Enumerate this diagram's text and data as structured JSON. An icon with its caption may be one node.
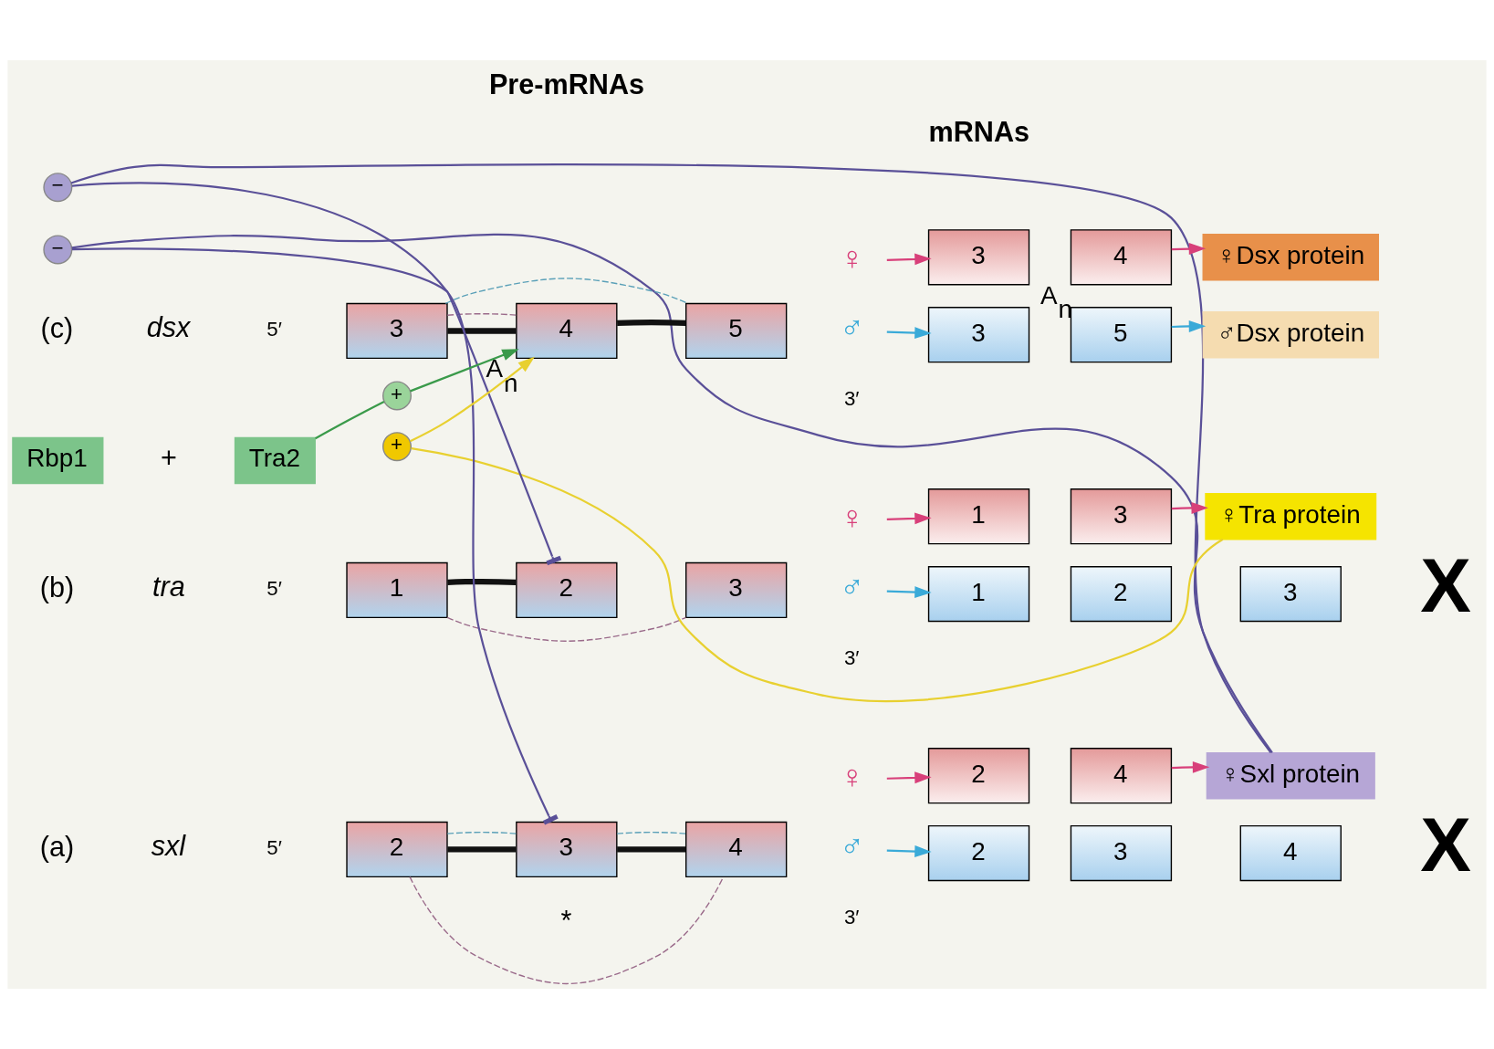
{
  "diagram": {
    "nodes": [
      {
        "text": [
          "2"
        ]
      },
      {
        "text": [
          "3"
        ]
      },
      {
        "text": [
          "4"
        ]
      },
      {
        "text": [
          "2"
        ]
      },
      {
        "text": [
          "4"
        ]
      },
      {
        "text": [
          "2"
        ]
      },
      {
        "text": [
          "3"
        ]
      },
      {
        "text": [
          "4"
        ]
      },
      {
        "text": [
          "♀Sxl protein"
        ]
      },
      {
        "text": [
          "1"
        ]
      },
      {
        "text": [
          "2"
        ]
      },
      {
        "text": [
          "3"
        ]
      },
      {
        "text": [
          "1"
        ]
      },
      {
        "text": [
          "3"
        ]
      },
      {
        "text": [
          "1"
        ]
      },
      {
        "text": [
          "2"
        ]
      },
      {
        "text": [
          "3"
        ]
      },
      {
        "text": [
          "♀Tra protein"
        ]
      },
      {
        "text": [
          "Rbp1"
        ]
      },
      {
        "text": [
          "Tra2"
        ]
      },
      {
        "text": [
          "3"
        ]
      },
      {
        "text": [
          "4"
        ],
        "beside": [
          "A$_{n}$"
        ]
      },
      {
        "text": [
          "5"
        ]
      },
      {
        "text": [
          "3"
        ]
      },
      {
        "text": [
          "4"
        ],
        "beside": [
          "A$_{n}$"
        ]
      },
      {
        "text": [
          "3"
        ]
      },
      {
        "text": [
          "5"
        ]
      },
      {
        "text": [
          "♀Dsx protein"
        ]
      },
      {
        "text": [
          "♂Dsx protein"
        ]
      },
      {
        "text": [
          "−"
        ]
      },
      {
        "text": [
          "−"
        ]
      },
      {
        "text": [
          "+"
        ]
      },
      {
        "text": [
          "+"
        ]
      },
      {
        "text": [
          "♀"
        ]
      },
      {
        "text": [
          "♂"
        ]
      },
      {
        "text": [
          "♀"
        ]
      },
      {
        "text": [
          "♂"
        ]
      },
      {
        "text": [
          "♀"
        ]
      },
      {
        "text": [
          "♂"
        ]
      }
    ],
    "edges": [
      {
        "from": 0,
        "to": 1,
        "arrow": "none",
        "style": "thick",
        "color": "#111111"
      },
      {
        "from": 1,
        "to": 2,
        "arrow": "none",
        "style": "thick",
        "color": "#111111"
      },
      {
        "from": 0,
        "to": 2,
        "arrow": "none",
        "style": "dashed",
        "color": "#9a6a8a"
      },
      {
        "from": 0,
        "to": 1,
        "arrow": "none",
        "style": "dashed",
        "color": "#5aa0b8"
      },
      {
        "from": 1,
        "to": 2,
        "arrow": "none",
        "style": "dashed",
        "color": "#5aa0b8"
      },
      {
        "from": 33,
        "to": 3,
        "arrow": "to",
        "color": "#d8407a"
      },
      {
        "from": 34,
        "to": 5,
        "arrow": "to",
        "color": "#3aaad8"
      },
      {
        "from": 4,
        "to": 8,
        "arrow": "to",
        "color": "#d8407a"
      },
      {
        "from": 8,
        "to": 29,
        "arrow": "none",
        "color": "#5a5098"
      },
      {
        "from": 29,
        "to": 1,
        "arrow": "other",
        "color": "#5a5098"
      },
      {
        "from": 8,
        "to": 30,
        "arrow": "none",
        "color": "#5a5098"
      },
      {
        "from": 30,
        "to": 10,
        "arrow": "other",
        "color": "#5a5098"
      },
      {
        "from": 9,
        "to": 10,
        "arrow": "none",
        "style": "thick",
        "color": "#111111"
      },
      {
        "from": 9,
        "to": 11,
        "arrow": "none",
        "style": "dashed",
        "color": "#9a6a8a"
      },
      {
        "from": 35,
        "to": 12,
        "arrow": "to",
        "color": "#d8407a"
      },
      {
        "from": 36,
        "to": 14,
        "arrow": "to",
        "color": "#3aaad8"
      },
      {
        "from": 13,
        "to": 17,
        "arrow": "to",
        "color": "#d8407a"
      },
      {
        "from": 17,
        "to": 32,
        "arrow": "none",
        "color": "#e8d030"
      },
      {
        "from": 32,
        "to": 21,
        "arrow": "to",
        "color": "#e8d030"
      },
      {
        "from": 19,
        "to": 31,
        "arrow": "none",
        "color": "#3a9a4a"
      },
      {
        "from": 31,
        "to": 21,
        "arrow": "to",
        "color": "#3a9a4a"
      },
      {
        "from": 20,
        "to": 21,
        "arrow": "none",
        "style": "thick",
        "color": "#111111"
      },
      {
        "from": 21,
        "to": 22,
        "arrow": "none",
        "style": "thick",
        "color": "#111111"
      },
      {
        "from": 20,
        "to": 21,
        "arrow": "none",
        "style": "dashed",
        "color": "#9a6a8a"
      },
      {
        "from": 20,
        "to": 22,
        "arrow": "none",
        "style": "dashed",
        "color": "#5aa0b8"
      },
      {
        "from": 37,
        "to": 23,
        "arrow": "to",
        "color": "#d8407a"
      },
      {
        "from": 38,
        "to": 25,
        "arrow": "to",
        "color": "#3aaad8"
      },
      {
        "from": 24,
        "to": 27,
        "arrow": "to",
        "color": "#d8407a"
      },
      {
        "from": 26,
        "to": 28,
        "arrow": "to",
        "color": "#3aaad8"
      }
    ],
    "labels": [
      "Pre-mRNAs",
      "mRNAs",
      "*",
      "(a)",
      "sxl",
      "5′",
      "3′",
      "X",
      "(b)",
      "tra",
      "5′",
      "3′",
      "X",
      "+",
      "(c)",
      "dsx",
      "5′",
      "3′"
    ]
  }
}
